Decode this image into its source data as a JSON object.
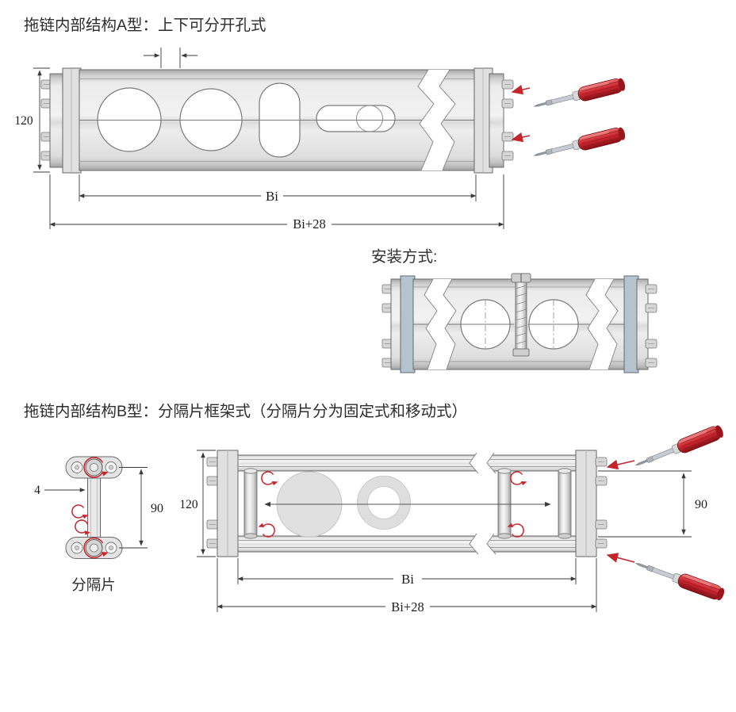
{
  "page": {
    "background": "#ffffff"
  },
  "colors": {
    "drawing_line": "#6a6a6a",
    "dimension_line": "#3a3a3a",
    "accent_red": "#c8242b",
    "metal_light": "#efefef",
    "metal_dark": "#a8a8a8",
    "mount_plate_blue": "#b4c3ce",
    "text": "#2d2d2d"
  },
  "section_a": {
    "title": "拖链内部结构A型：上下可分开孔式",
    "dims": {
      "height": "120",
      "inner_width": "Bi",
      "outer_width": "Bi+28"
    }
  },
  "install_section": {
    "title": "安装方式:"
  },
  "section_b": {
    "title": "拖链内部结构B型：分隔片框架式（分隔片分为固定式和移动式）",
    "separator": {
      "label": "分隔片",
      "dims": {
        "thickness": "4",
        "hole_pitch": "90"
      }
    },
    "frame_dims": {
      "height": "120",
      "inner_height": "90",
      "inner_width": "Bi",
      "outer_width": "Bi+28"
    }
  }
}
